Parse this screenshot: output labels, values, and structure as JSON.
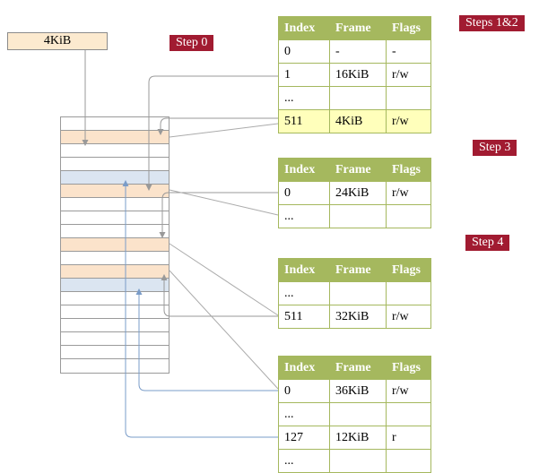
{
  "labels": {
    "frame_box": "4KiB",
    "step0": "Step 0",
    "steps_1_2": "Steps 1&2",
    "step3": "Step 3",
    "step4": "Step 4"
  },
  "colors": {
    "badge_bg": "#a11b31",
    "badge_text": "#ffffff",
    "table_header_bg": "#a5b85e",
    "table_border": "#a5b85e",
    "row_highlight": "#ffffbb",
    "stack_peach": "#fbe3cb",
    "stack_blue": "#dbe5f1",
    "frame_box_bg": "#fceacf",
    "arrow_gray": "#999999",
    "arrow_blue": "#7a9cc8"
  },
  "page_tables": [
    {
      "id": "table1",
      "headers": [
        "Index",
        "Frame",
        "Flags"
      ],
      "rows": [
        {
          "cells": [
            "0",
            "-",
            "-"
          ],
          "highlight": false
        },
        {
          "cells": [
            "1",
            "16KiB",
            "r/w"
          ],
          "highlight": false
        },
        {
          "cells": [
            "...",
            "",
            ""
          ],
          "highlight": false
        },
        {
          "cells": [
            "511",
            "4KiB",
            "r/w"
          ],
          "highlight": true
        }
      ]
    },
    {
      "id": "table2",
      "headers": [
        "Index",
        "Frame",
        "Flags"
      ],
      "rows": [
        {
          "cells": [
            "0",
            "24KiB",
            "r/w"
          ],
          "highlight": false
        },
        {
          "cells": [
            "...",
            "",
            ""
          ],
          "highlight": false
        }
      ]
    },
    {
      "id": "table3",
      "headers": [
        "Index",
        "Frame",
        "Flags"
      ],
      "rows": [
        {
          "cells": [
            "...",
            "",
            ""
          ],
          "highlight": false
        },
        {
          "cells": [
            "511",
            "32KiB",
            "r/w"
          ],
          "highlight": false
        }
      ]
    },
    {
      "id": "table4",
      "headers": [
        "Index",
        "Frame",
        "Flags"
      ],
      "rows": [
        {
          "cells": [
            "0",
            "36KiB",
            "r/w"
          ],
          "highlight": false
        },
        {
          "cells": [
            "...",
            "",
            ""
          ],
          "highlight": false
        },
        {
          "cells": [
            "127",
            "12KiB",
            "r"
          ],
          "highlight": false
        },
        {
          "cells": [
            "...",
            "",
            ""
          ],
          "highlight": false
        }
      ]
    }
  ],
  "memory_stack": {
    "rows": [
      "white",
      "peach",
      "white",
      "white",
      "blue",
      "peach",
      "white",
      "white",
      "white",
      "peach",
      "white",
      "peach",
      "blue",
      "white",
      "white",
      "white",
      "white",
      "white",
      "white"
    ]
  }
}
